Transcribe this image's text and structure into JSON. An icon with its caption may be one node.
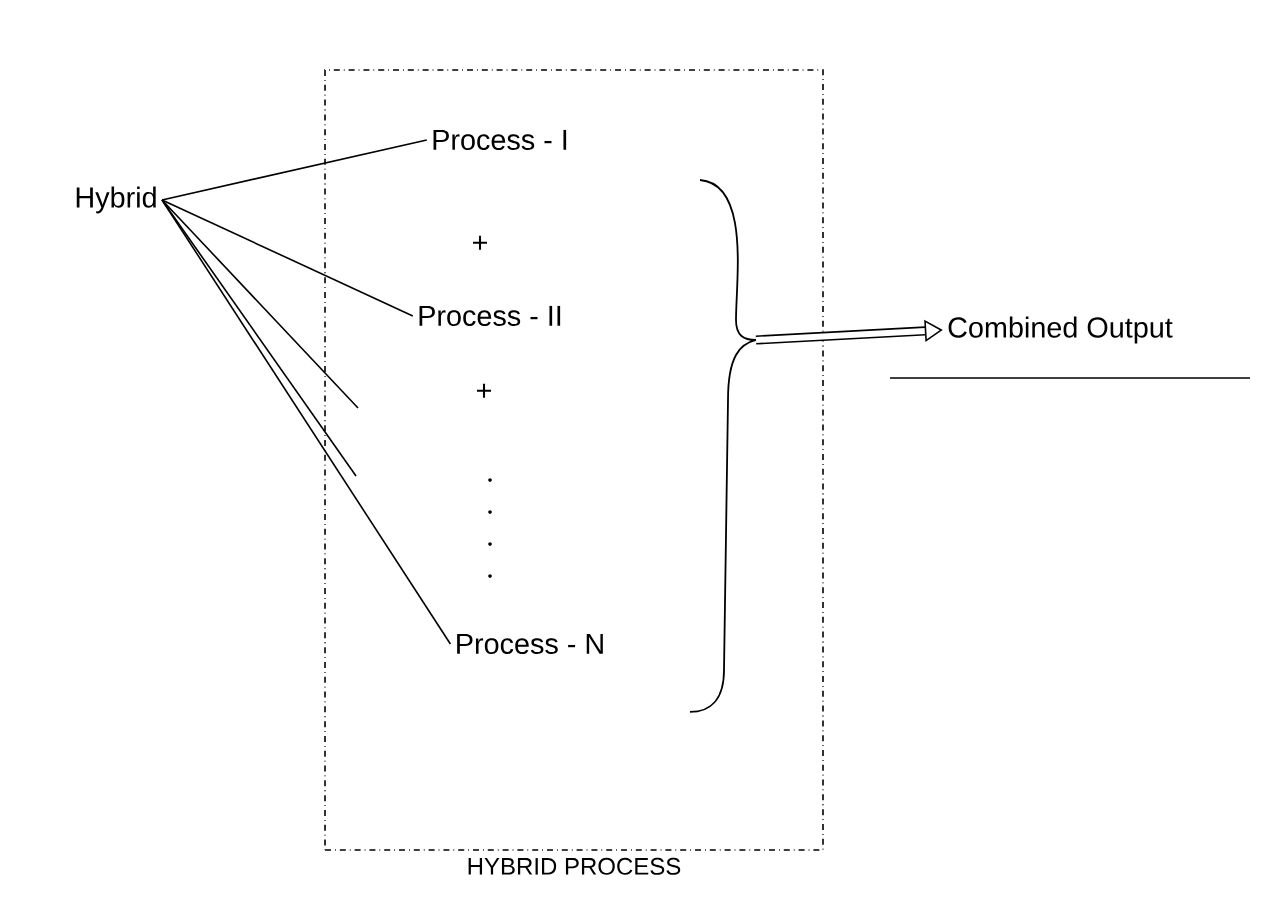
{
  "diagram": {
    "nodes": [
      {
        "text": [
          "HYBRID PROCESS"
        ]
      },
      {
        "text": [
          "Hybrid"
        ]
      },
      {
        "text": [
          "Process - I"
        ],
        "in": 0
      },
      {
        "text": [
          "Process - II"
        ],
        "in": 0
      },
      {
        "text": [
          "Process - N"
        ],
        "in": 0
      },
      {
        "text": [
          "Combined Output"
        ]
      },
      {
        "text": [],
        "shape": "brace",
        "in": 0
      }
    ],
    "edges": [
      {
        "from": 1,
        "to": 2,
        "arrow": "none"
      },
      {
        "from": 1,
        "to": 3,
        "arrow": "none"
      },
      {
        "from": 1,
        "to": null,
        "arrow": "none"
      },
      {
        "from": 1,
        "to": null,
        "arrow": "none"
      },
      {
        "from": 1,
        "to": 4,
        "arrow": "none"
      },
      {
        "from": 6,
        "to": 5,
        "arrow": "to",
        "style": "thick"
      }
    ],
    "labels": [
      "+",
      "+"
    ]
  }
}
